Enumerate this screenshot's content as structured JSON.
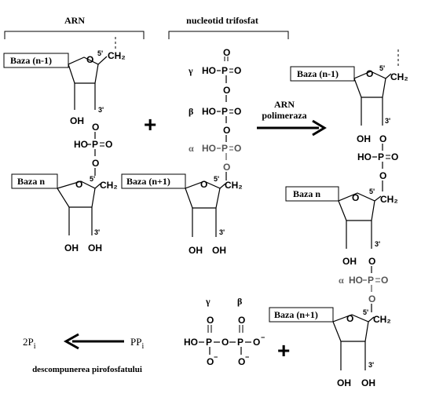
{
  "header": {
    "rna_label": "ARN",
    "ntp_label": "nucleotid trifosfat"
  },
  "bases": {
    "n_minus_1": "Baza (n-1)",
    "n": "Baza n",
    "n_plus_1": "Baza (n+1)"
  },
  "chem": {
    "O": "O",
    "P": "P",
    "CH2": "CH₂",
    "OH": "OH",
    "HO": "HO",
    "five_prime": "5'",
    "three_prime": "3'",
    "gamma": "γ",
    "beta": "β",
    "alpha": "α",
    "minus": "−"
  },
  "reaction": {
    "enzyme_line1": "ARN",
    "enzyme_line2": "polimeraza",
    "plus": "+"
  },
  "bottom": {
    "two_pi": "2P",
    "ppi": "PP",
    "sub_i": "i",
    "caption": "descompunerea pirofosfatului"
  },
  "colors": {
    "ink": "#000000",
    "alpha_label": "#666666"
  }
}
